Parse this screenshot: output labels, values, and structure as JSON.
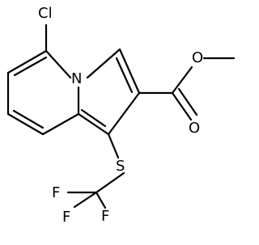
{
  "molecule": {
    "atoms": {
      "chlorine": "Cl",
      "nitrogen": "N",
      "sulfur": "S",
      "ester_oxygen": "O",
      "carbonyl_oxygen": "O",
      "fluorine_left": "F",
      "fluorine_right": "F",
      "fluorine_bottom": "F"
    }
  }
}
